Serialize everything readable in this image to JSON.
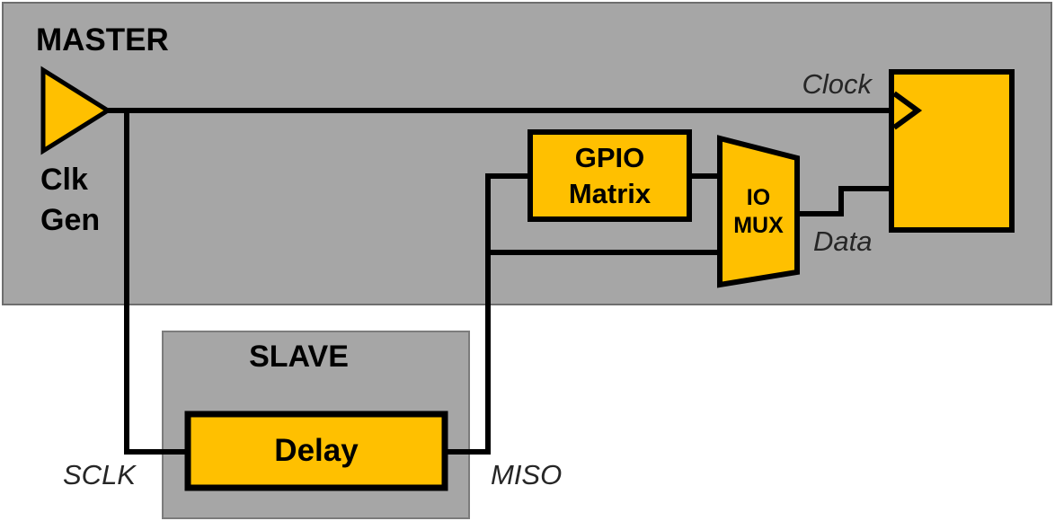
{
  "colors": {
    "block_fill": "#FFC000",
    "region_fill": "#A6A6A6",
    "master_border": "#6E6E6E",
    "slave_border": "#7C7C7C",
    "wire": "#000000",
    "signal_text": "#262626"
  },
  "master": {
    "title": "MASTER",
    "clk_gen": {
      "line1": "Clk",
      "line2": "Gen"
    },
    "gpio_matrix": {
      "line1": "GPIO",
      "line2": "Matrix"
    },
    "io_mux": {
      "line1": "IO",
      "line2": "MUX"
    },
    "clock_signal": "Clock",
    "data_signal": "Data"
  },
  "slave": {
    "title": "SLAVE",
    "delay_label": "Delay"
  },
  "external_signals": {
    "sclk": "SCLK",
    "miso": "MISO"
  }
}
